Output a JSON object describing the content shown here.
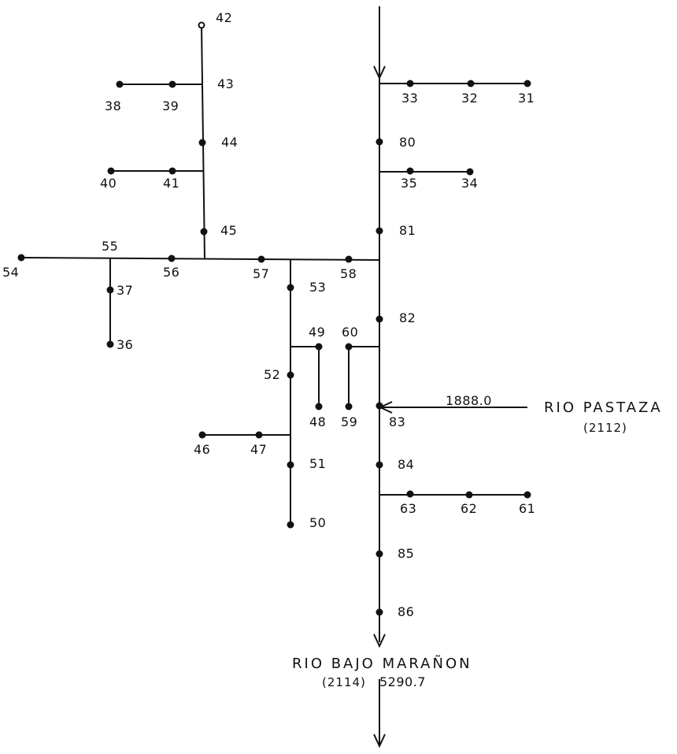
{
  "nodes": {
    "n42": "42",
    "n43": "43",
    "n38": "38",
    "n39": "39",
    "n44": "44",
    "n40": "40",
    "n41": "41",
    "n45": "45",
    "n55": "55",
    "n54": "54",
    "n56": "56",
    "n57": "57",
    "n58": "58",
    "n53": "53",
    "n37": "37",
    "n36": "36",
    "n49": "49",
    "n60": "60",
    "n52": "52",
    "n48": "48",
    "n59": "59",
    "n83": "83",
    "n46": "46",
    "n47": "47",
    "n51": "51",
    "n50": "50",
    "n33": "33",
    "n32": "32",
    "n31": "31",
    "n80": "80",
    "n35": "35",
    "n34": "34",
    "n81": "81",
    "n82": "82",
    "n84": "84",
    "n63": "63",
    "n62": "62",
    "n61": "61",
    "n85": "85",
    "n86": "86"
  },
  "tributary": {
    "name": "RIO PASTAZA",
    "code": "(2112)",
    "flow": "1888.0"
  },
  "outlet": {
    "name": "RIO BAJO MARAÑON",
    "code": "(2114)",
    "flow": "5290.7"
  }
}
